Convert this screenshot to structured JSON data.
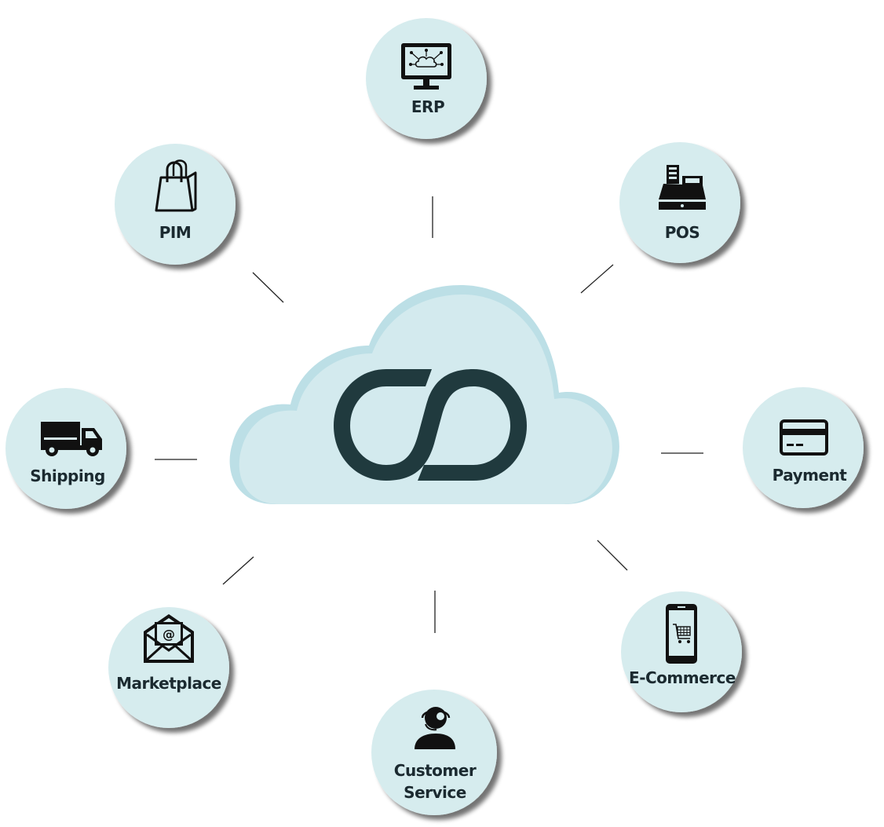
{
  "hub": {
    "icon": "infinity-logo-icon",
    "colors": {
      "cloud": "#d3eaee",
      "cloud_shadow": "#bcdfe6",
      "logo": "#203a3e"
    }
  },
  "node_colors": {
    "circle": "#d6ecee",
    "shadow": "#7b8a8d",
    "icon": "#111111",
    "text": "#1b2a30"
  },
  "nodes": {
    "erp": {
      "label": "ERP",
      "icon": "monitor-cloud-icon"
    },
    "pos": {
      "label": "POS",
      "icon": "cash-register-icon"
    },
    "payment": {
      "label": "Payment",
      "icon": "credit-card-icon"
    },
    "ecommerce": {
      "label": "E-Commerce",
      "icon": "mobile-cart-icon"
    },
    "customer_service": {
      "label_lines": [
        "Customer",
        "Service"
      ],
      "icon": "headset-agent-icon"
    },
    "marketplace": {
      "label": "Marketplace",
      "icon": "email-envelope-icon"
    },
    "shipping": {
      "label": "Shipping",
      "icon": "delivery-truck-icon"
    },
    "pim": {
      "label": "PIM",
      "icon": "shopping-bag-icon"
    }
  }
}
